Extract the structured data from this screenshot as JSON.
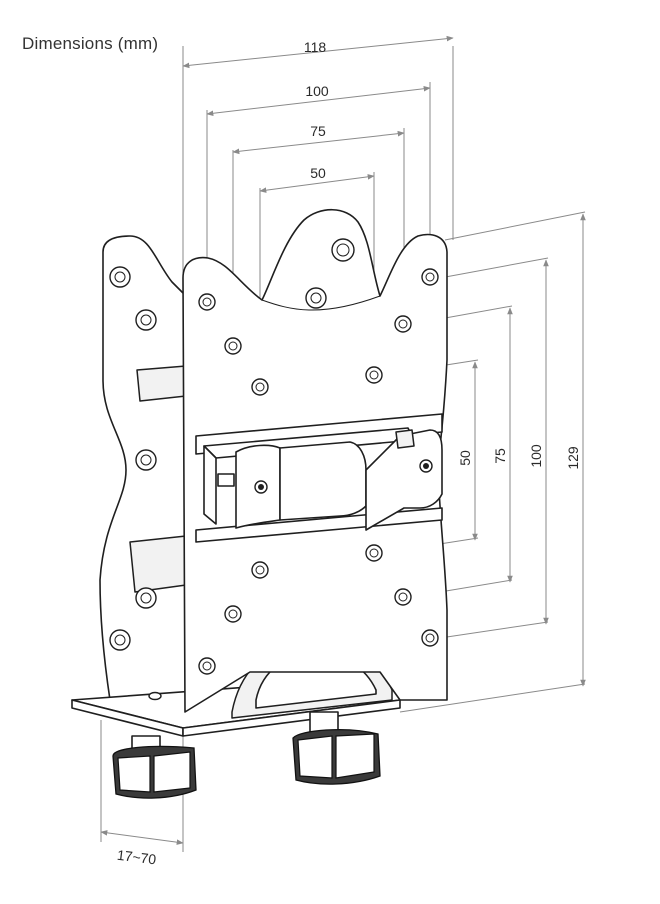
{
  "title": "Dimensions (mm)",
  "dimensions": {
    "horizontal": [
      "118",
      "100",
      "75",
      "50"
    ],
    "vertical": [
      "50",
      "75",
      "100",
      "129"
    ],
    "clamp_range": "17~70"
  }
}
